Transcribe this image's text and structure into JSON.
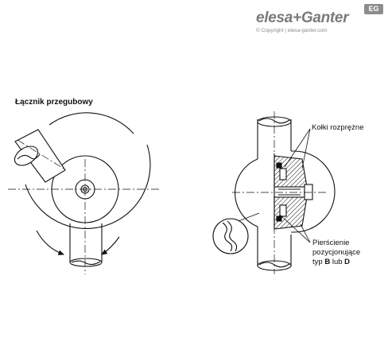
{
  "brand": {
    "name": "elesa+Ganter",
    "badge": "EG",
    "copyright": "© Copyright | elesa-ganter.com"
  },
  "left_view": {
    "title": "Łącznik przegubowy"
  },
  "right_view": {
    "pins_label": "Kołki rozprężne",
    "rings_label": {
      "line1": "Pierścienie",
      "line2": "pozycjonujące",
      "line3_prefix": "typ",
      "line3_b": "B",
      "line3_mid": "lub",
      "line3_d": "D"
    }
  }
}
